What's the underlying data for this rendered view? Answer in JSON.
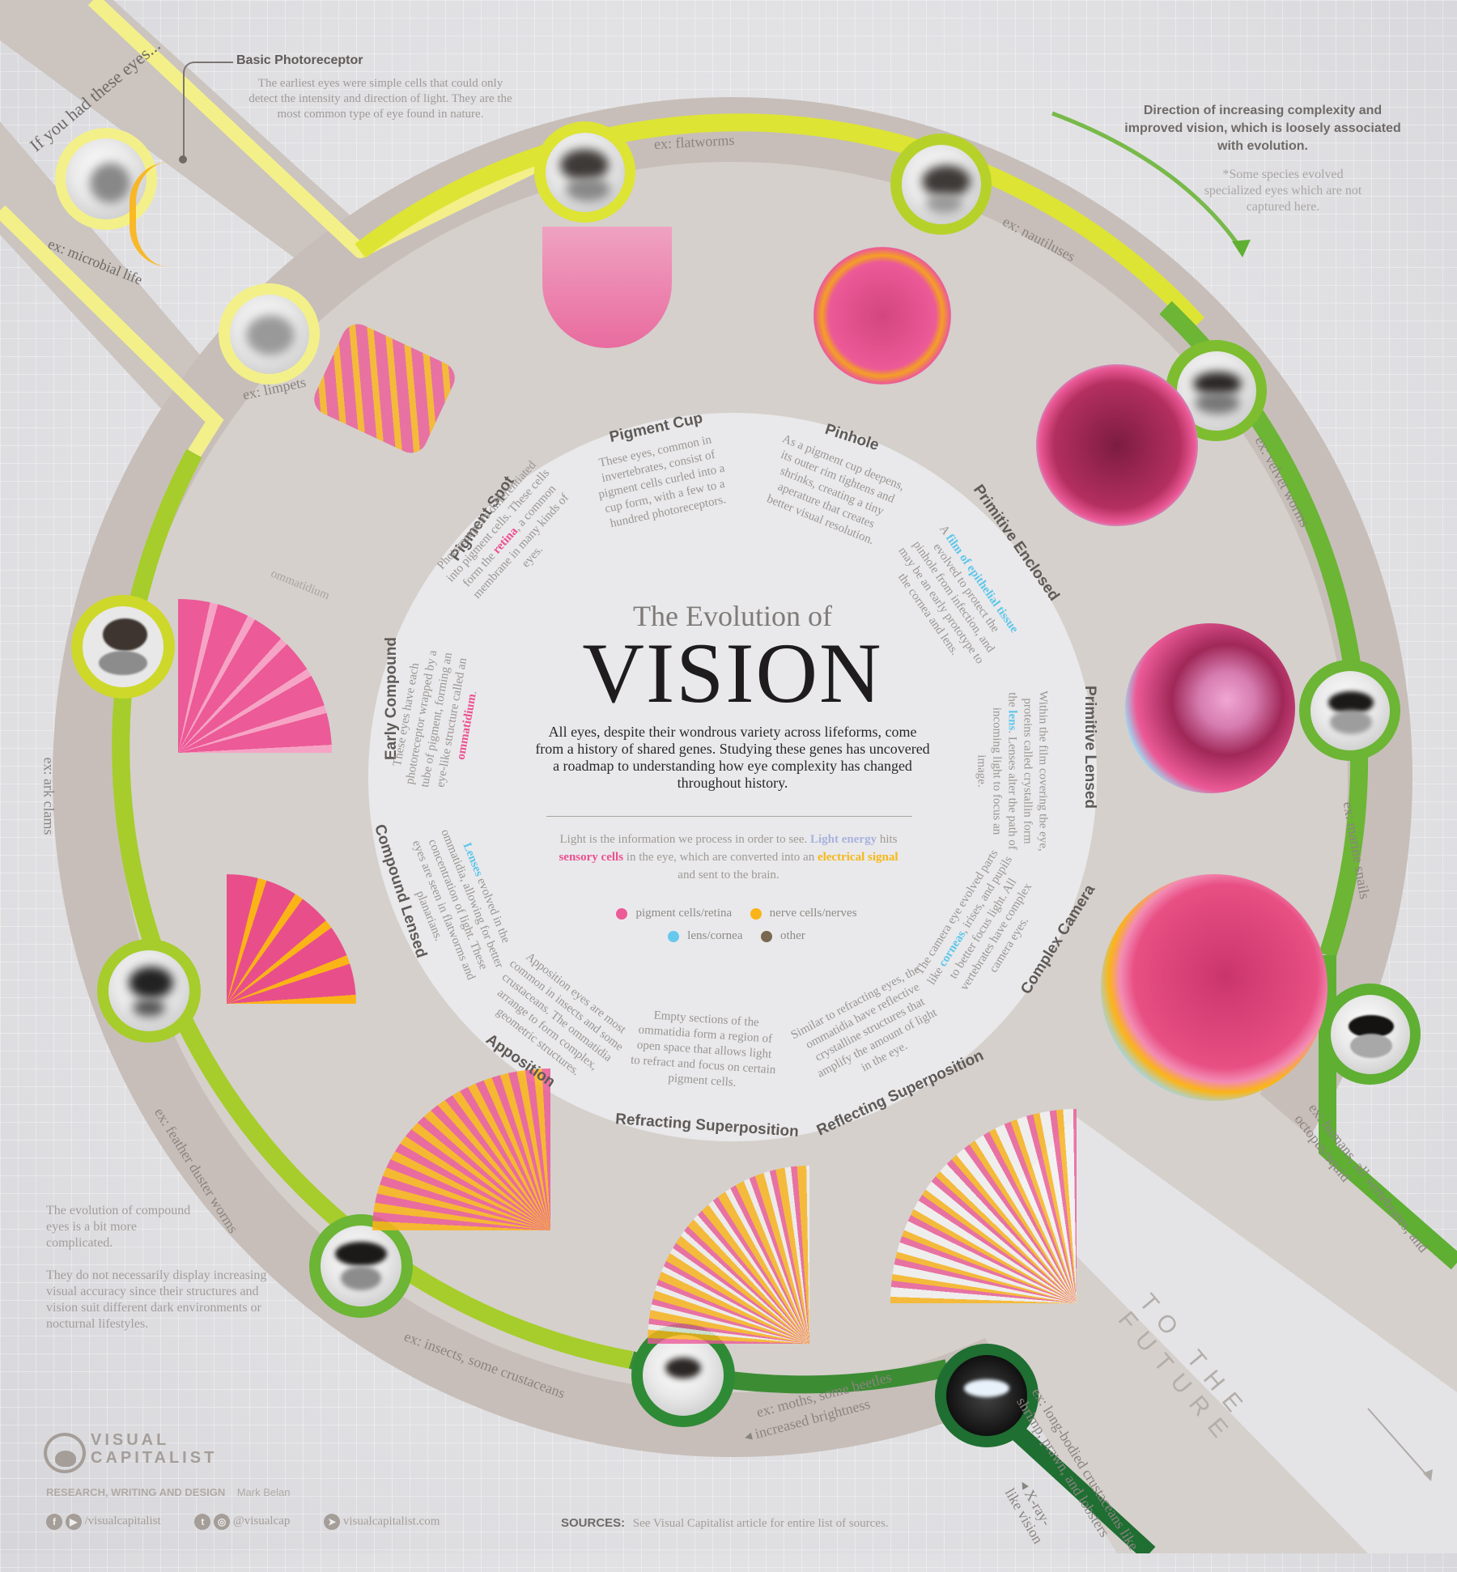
{
  "title": {
    "line1": "The Evolution of",
    "line2": "VISION",
    "intro": "All eyes, despite their wondrous variety across lifeforms, come from a history of shared genes. Studying these genes has uncovered a roadmap to understanding how eye complexity has changed throughout history."
  },
  "light_note": {
    "part1": "Light is the information we process in order to see. ",
    "light_energy": "Light energy",
    "part2": " hits ",
    "sensory_cells": "sensory cells",
    "part3": " in the eye, which are converted into an ",
    "electrical_signal": "electrical signal",
    "part4": " and sent to the brain."
  },
  "legend": [
    {
      "label": "pigment cells/retina",
      "color": "#ec5a97"
    },
    {
      "label": "nerve cells/nerves",
      "color": "#fbb417"
    },
    {
      "label": "lens/cornea",
      "color": "#66c8ec"
    },
    {
      "label": "other",
      "color": "#7a6750"
    }
  ],
  "intro_path": {
    "arc_label": "If you had these eyes...",
    "first_example": "ex: microbial life"
  },
  "basic_photoreceptor": {
    "title": "Basic Photoreceptor",
    "text": "The earliest eyes were simple cells that could only detect the intensity and direction of light. They are the most common type of eye found in nature."
  },
  "direction_note": {
    "title": "Direction of increasing complexity and improved vision, which is loosely associated with evolution.",
    "footnote": "*Some species evolved specialized eyes which are not captured here."
  },
  "stages": [
    {
      "name": "Pigment Spot",
      "text_a": "Photoreceptors differentiated into pigment cells. These cells form the ",
      "highlight": "retina",
      "text_b": ", a common membrane in many kinds of eyes.",
      "example": "ex: limpets"
    },
    {
      "name": "Pigment Cup",
      "text": "These eyes, common in invertebrates, consist of pigment cells curled into a cup form, with a few to a hundred photoreceptors.",
      "example": "ex: flatworms"
    },
    {
      "name": "Pinhole",
      "text": "As a pigment cup deepens, its outer rim tightens and shrinks, creating a tiny aperature that creates better visual resolution.",
      "example": "ex: nautiluses"
    },
    {
      "name": "Primitive Enclosed",
      "text_a": "A ",
      "highlight": "film of epithelial tissue",
      "text_b": " evolved to protect the pinhole from infection, and may be an early prototype to the cornea and lens.",
      "example": "ex: velvet worms"
    },
    {
      "name": "Primitive Lensed",
      "text_a": "Within the film covering the eye, proteins called crystallin form the ",
      "highlight": "lens",
      "text_b": ". Lenses alter the path of incoming light to focus an image.",
      "example": "ex: marine snails"
    },
    {
      "name": "Complex Camera",
      "text_a": "The camera eye evolved parts like ",
      "highlight": "corneas",
      "text_b": ", irises, and pupils to better focus light. All vertebrates have complex camera eyes.",
      "example": "ex: humans, all vertebrates, and octopus/squid"
    },
    {
      "name": "Early Compound",
      "text_a": "These eyes have each photoreceptor wrapped by a tube of pigment, forming an eye-like structure called an ",
      "highlight": "ommatidium",
      "text_b": ".",
      "example": "ex: ark clams",
      "diagram_label": "ommatidium"
    },
    {
      "name": "Compound Lensed",
      "text_a": "",
      "highlight": "Lenses",
      "text_b": " evolved in the ommatidia, allowing for better concentration of light. These eyes are seen in flatworms and planarians.",
      "example": "ex: feather duster worms"
    },
    {
      "name": "Apposition",
      "text": "Apposition eyes are most common in insects and some crustaceans. The ommatidia arrange to form complex, geometric structures.",
      "example": "ex: insects, some crustaceans"
    },
    {
      "name": "Refracting Superposition",
      "text": "Empty sections of the ommatidia form a region of open space that allows light to refract and focus on certain pigment cells.",
      "example": "ex: moths, some beetles",
      "benefit": "increased brightness"
    },
    {
      "name": "Reflecting Superposition",
      "text": "Similar to refracting eyes, the ommatidia have reflective crystalline structures that amplify the amount of light in the eye.",
      "example": "ex: long-bodied crustaceans like shrimp, prawn, and lobsters",
      "benefit": "X-ray-like vision"
    }
  ],
  "compound_note": {
    "p1": "The evolution of compound eyes is a bit more complicated.",
    "p2": "They do not necessarily display increasing visual accuracy since their structures and vision suit different dark environments or nocturnal lifestyles."
  },
  "future_label": "TO THE FUTURE",
  "footer": {
    "brand_line1": "VISUAL",
    "brand_line2": "CAPITALIST",
    "credit_label": "RESEARCH, WRITING AND DESIGN",
    "credit_name": "Mark Belan",
    "social_fb_yt": "/visualcapitalist",
    "social_tw_ig": "@visualcap",
    "website": "visualcapitalist.com",
    "sources_label": "SOURCES:",
    "sources_text": "See Visual Capitalist article for entire list of sources."
  },
  "colors": {
    "track": "#c7beb9",
    "inner_disc": "#e9e9eb",
    "yellow": "#e4e53a",
    "lime": "#b6d22a",
    "green": "#6cb535",
    "dark_green": "#1f6e32",
    "pink": "#ec5a97",
    "orange": "#fbb417",
    "blue": "#66c8ec"
  }
}
